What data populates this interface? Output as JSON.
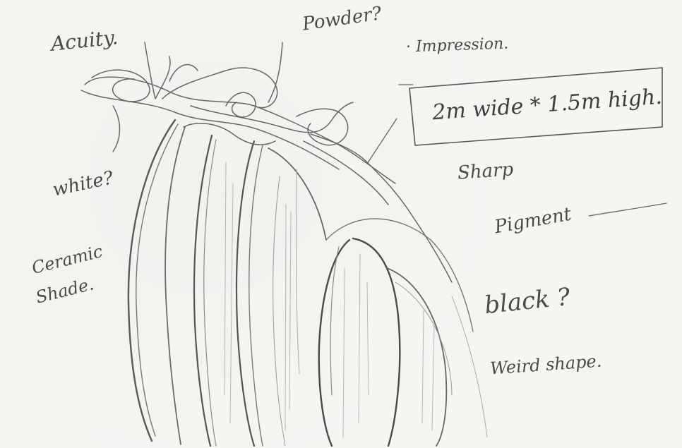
{
  "sketch": {
    "notes": {
      "activity": "Acuity.",
      "powder": "Powder?",
      "impression": "· Impression.",
      "size": "2m wide * 1.5m high.",
      "sharp": "Sharp",
      "pigment": "Pigment",
      "white": "white?",
      "ceramic_line1": "Ceramic",
      "ceramic_line2": "Shade.",
      "black": "black ?",
      "weird": "Weird shape."
    }
  }
}
